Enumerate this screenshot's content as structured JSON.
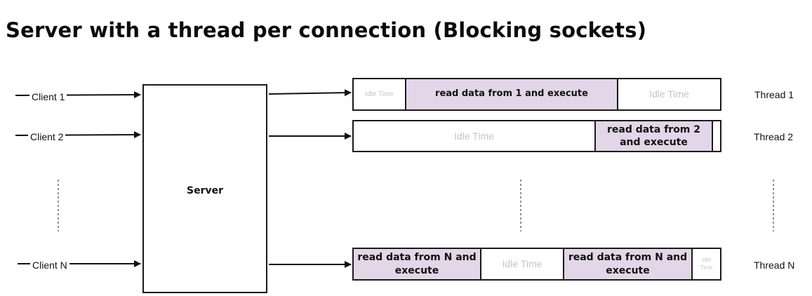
{
  "title": "Server with a thread per connection (Blocking sockets)",
  "server": {
    "label": "Server"
  },
  "clients": [
    {
      "label": "Client 1"
    },
    {
      "label": "Client 2"
    },
    {
      "label": "Client N"
    }
  ],
  "threads": [
    {
      "label": "Thread 1",
      "segments": [
        {
          "type": "idle",
          "text": "Idle Time"
        },
        {
          "type": "busy",
          "text": "read data from 1 and execute"
        },
        {
          "type": "idle",
          "text": "Idle Time"
        }
      ]
    },
    {
      "label": "Thread 2",
      "segments": [
        {
          "type": "idle",
          "text": "Idle Time"
        },
        {
          "type": "busy",
          "text": "read data from 2 and execute"
        },
        {
          "type": "idle",
          "text": ""
        }
      ]
    },
    {
      "label": "Thread N",
      "segments": [
        {
          "type": "busy",
          "text": "read data from N and execute"
        },
        {
          "type": "idle",
          "text": "Idle Time"
        },
        {
          "type": "busy",
          "text": "read data from N and execute"
        },
        {
          "type": "idle",
          "text": "Idle Time"
        }
      ]
    }
  ]
}
